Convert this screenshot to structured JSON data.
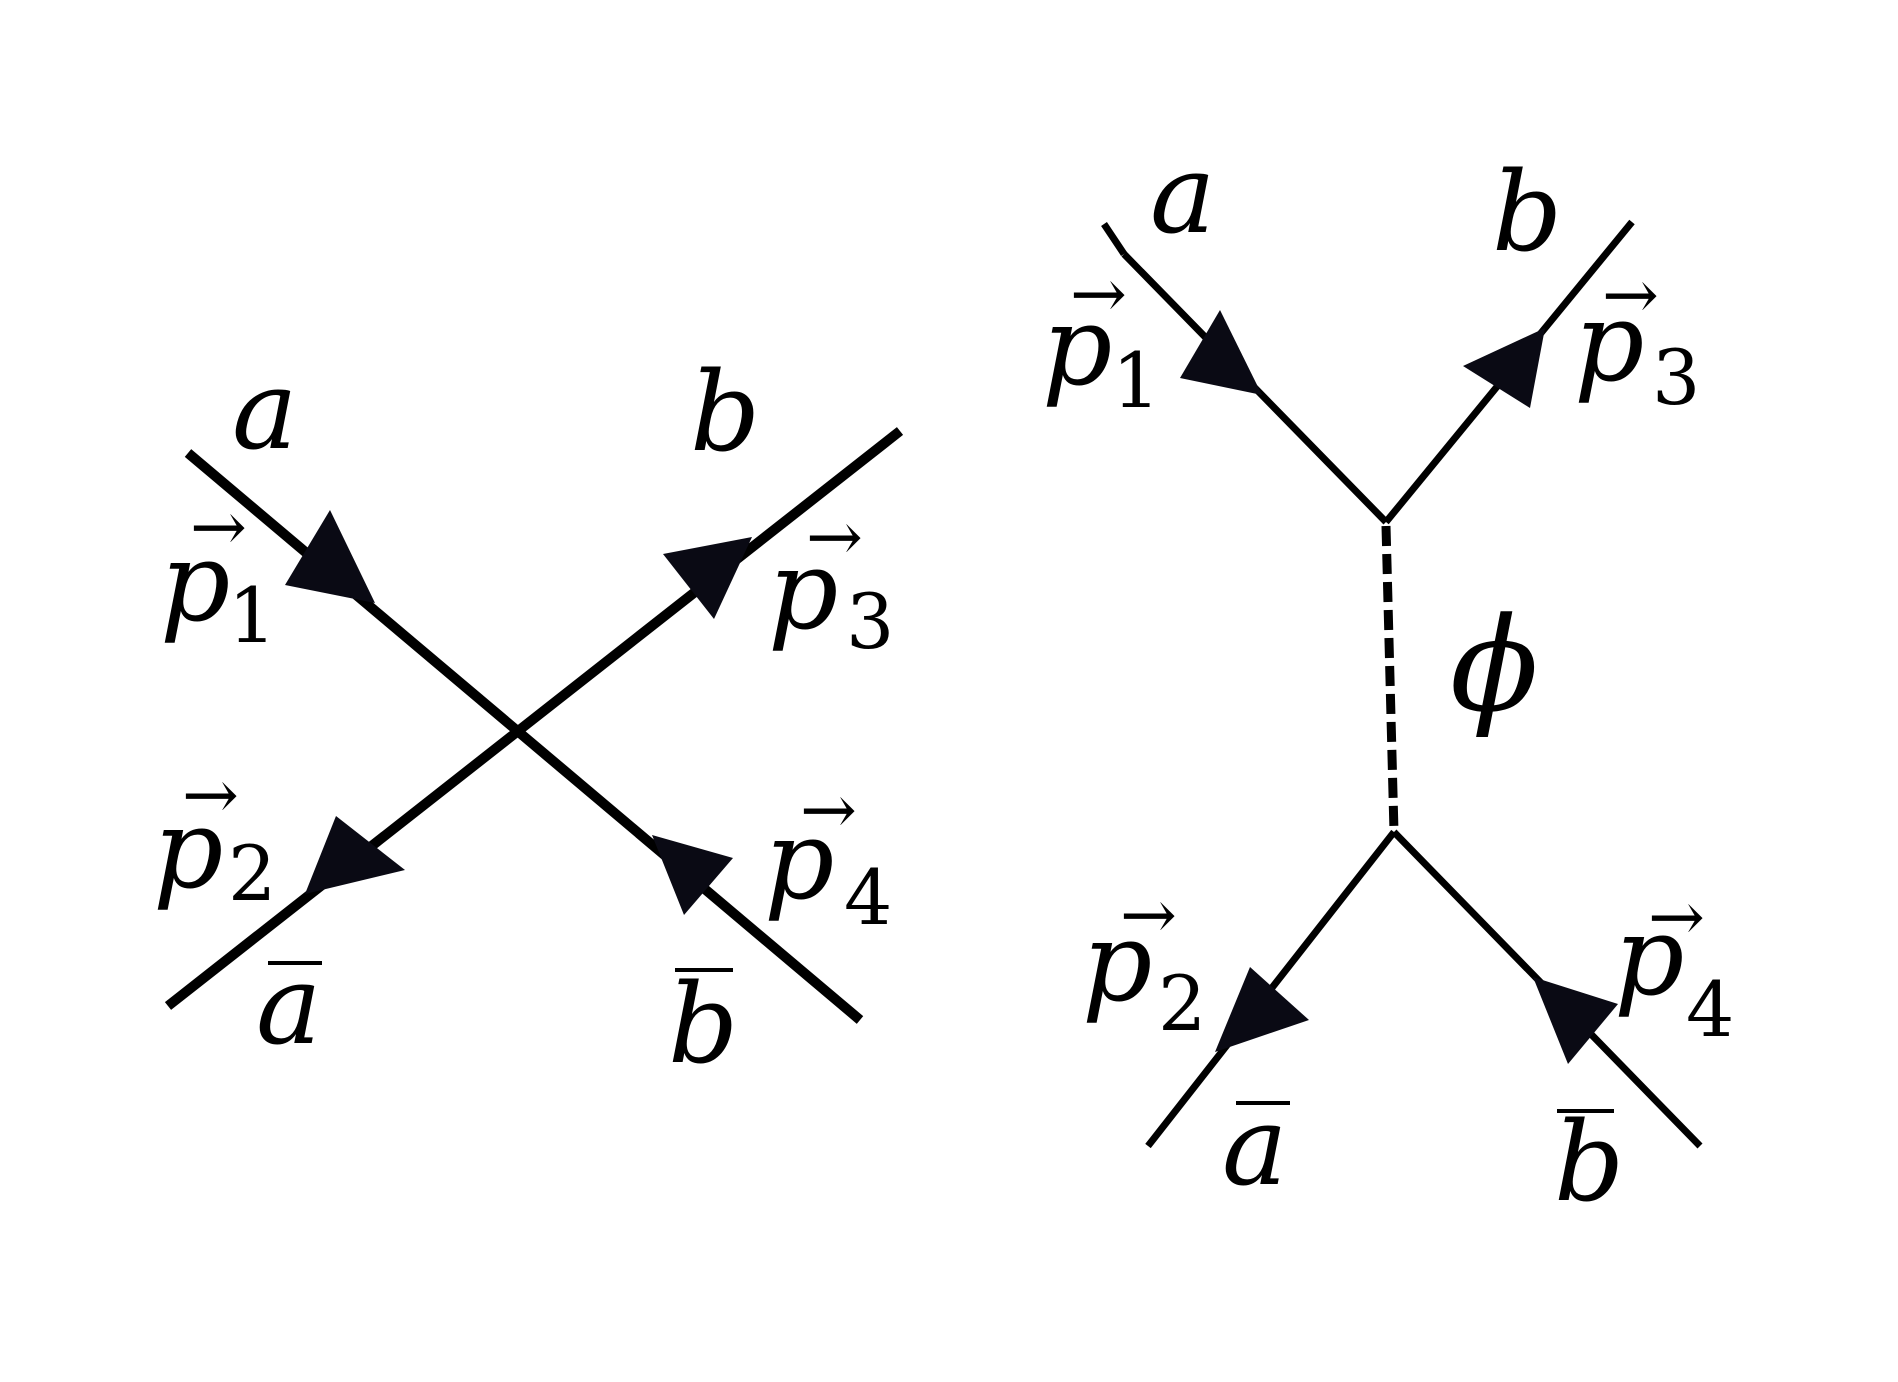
{
  "diagram_left": {
    "labels": {
      "a": "a",
      "b": "b",
      "abar": "a",
      "bbar": "b",
      "p1": "p",
      "p1_sub": "1",
      "p2": "p",
      "p2_sub": "2",
      "p3": "p",
      "p3_sub": "3",
      "p4": "p",
      "p4_sub": "4"
    }
  },
  "diagram_right": {
    "labels": {
      "a": "a",
      "b": "b",
      "abar": "a",
      "bbar": "b",
      "p1": "p",
      "p1_sub": "1",
      "p2": "p",
      "p2_sub": "2",
      "p3": "p",
      "p3_sub": "3",
      "p4": "p",
      "p4_sub": "4",
      "mediator": "ϕ"
    }
  },
  "vector_arrow": "→",
  "colors": {
    "line": "#000000",
    "arrow": "#0a0a14",
    "background": "#ffffff"
  }
}
